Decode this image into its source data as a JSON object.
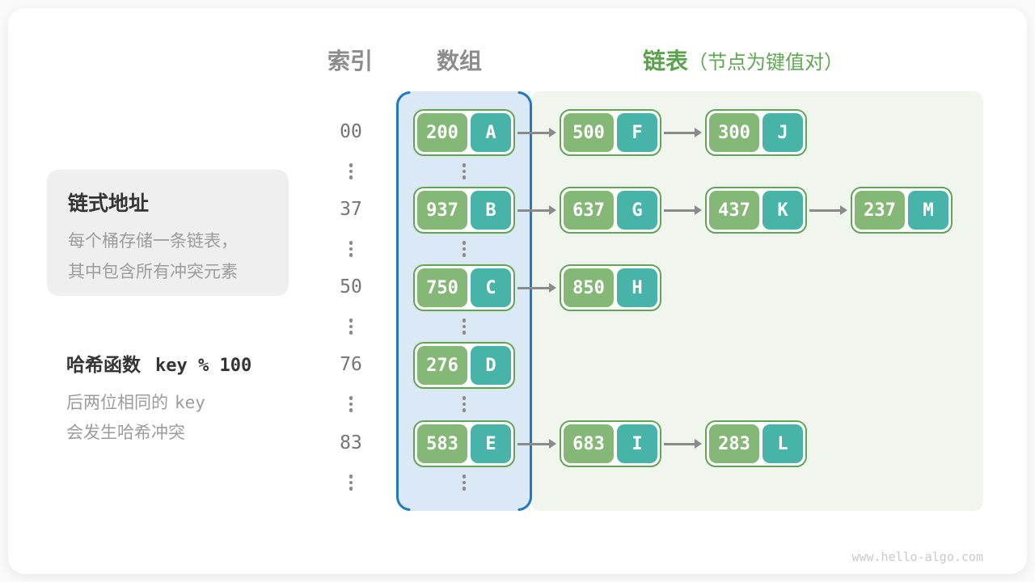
{
  "headers": {
    "index": "索引",
    "array": "数组",
    "list": "链表",
    "list_note": "（节点为键值对）"
  },
  "info_box": {
    "title": "链式地址",
    "lines": [
      "每个桶存储一条链表，",
      "其中包含所有冲突元素"
    ]
  },
  "hash_note": {
    "label": "哈希函数",
    "formula": "key % 100",
    "desc_prefix": "后两位相同的",
    "desc_code": "key",
    "desc_line2": "会发生哈希冲突"
  },
  "table": {
    "rows": [
      {
        "index": "00",
        "chain": [
          {
            "key": "200",
            "value": "A"
          },
          {
            "key": "500",
            "value": "F"
          },
          {
            "key": "300",
            "value": "J"
          }
        ]
      },
      {
        "index": "37",
        "chain": [
          {
            "key": "937",
            "value": "B"
          },
          {
            "key": "637",
            "value": "G"
          },
          {
            "key": "437",
            "value": "K"
          },
          {
            "key": "237",
            "value": "M"
          }
        ]
      },
      {
        "index": "50",
        "chain": [
          {
            "key": "750",
            "value": "C"
          },
          {
            "key": "850",
            "value": "H"
          }
        ]
      },
      {
        "index": "76",
        "chain": [
          {
            "key": "276",
            "value": "D"
          }
        ]
      },
      {
        "index": "83",
        "chain": [
          {
            "key": "583",
            "value": "E"
          },
          {
            "key": "683",
            "value": "I"
          },
          {
            "key": "283",
            "value": "L"
          }
        ]
      }
    ]
  },
  "footer": "www.hello-algo.com",
  "colors": {
    "key_bg": "#85b877",
    "value_bg": "#48b4a9",
    "node_border": "#61a556",
    "array_fill": "#dbe9f6",
    "array_border": "#2179c1",
    "list_fill": "#f0f6ed",
    "arrow": "#8a8a8a",
    "header_gray": "#8c8c8c",
    "header_green": "#5ca24e",
    "info_box_bg": "#efefef",
    "title_dark": "#343434",
    "body_gray": "#9c9c9c",
    "footer_gray": "#c9c9c9"
  }
}
